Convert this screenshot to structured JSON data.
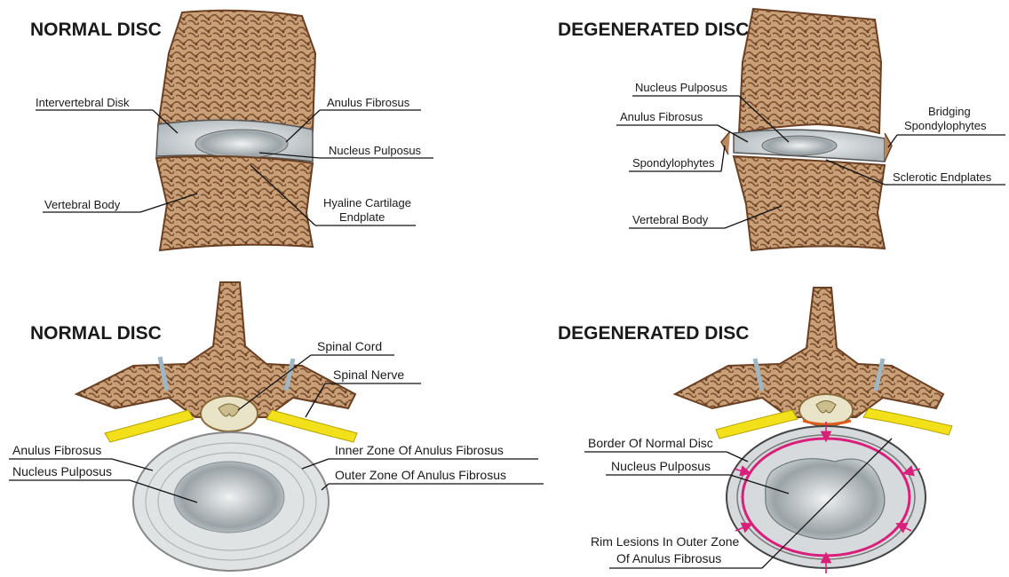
{
  "panels": {
    "top_left": {
      "title": "NORMAL DISC",
      "labels": {
        "intervertebral_disk": "Intervertebral Disk",
        "anulus_fibrosus": "Anulus Fibrosus",
        "nucleus_pulposus": "Nucleus Pulposus",
        "vertebral_body": "Vertebral Body",
        "hyaline_line1": "Hyaline Cartilage",
        "hyaline_line2": "Endplate"
      }
    },
    "top_right": {
      "title": "DEGENERATED DISC",
      "labels": {
        "nucleus_pulposus": "Nucleus Pulposus",
        "anulus_fibrosus": "Anulus Fibrosus",
        "bridging_line1": "Bridging",
        "bridging_line2": "Spondylophytes",
        "spondylophytes": "Spondylophytes",
        "sclerotic_endplates": "Sclerotic Endplates",
        "vertebral_body": "Vertebral Body"
      }
    },
    "bottom_left": {
      "title": "NORMAL DISC",
      "labels": {
        "spinal_cord": "Spinal Cord",
        "spinal_nerve": "Spinal Nerve",
        "anulus_fibrosus": "Anulus Fibrosus",
        "nucleus_pulposus": "Nucleus Pulposus",
        "inner_zone": "Inner Zone Of Anulus Fibrosus",
        "outer_zone": "Outer Zone Of Anulus Fibrosus"
      }
    },
    "bottom_right": {
      "title": "DEGENERATED DISC",
      "labels": {
        "border_normal_disc": "Border Of Normal Disc",
        "nucleus_pulposus": "Nucleus Pulposus",
        "rim_line1": "Rim Lesions In Outer Zone",
        "rim_line2": "Of Anulus Fibrosus"
      }
    }
  },
  "colors": {
    "bone": "#c99f78",
    "bone_dark": "#7a4f2e",
    "disc": "#d6dcdf",
    "nerve": "#f2e11a",
    "rim_lesion": "#d8207a"
  }
}
